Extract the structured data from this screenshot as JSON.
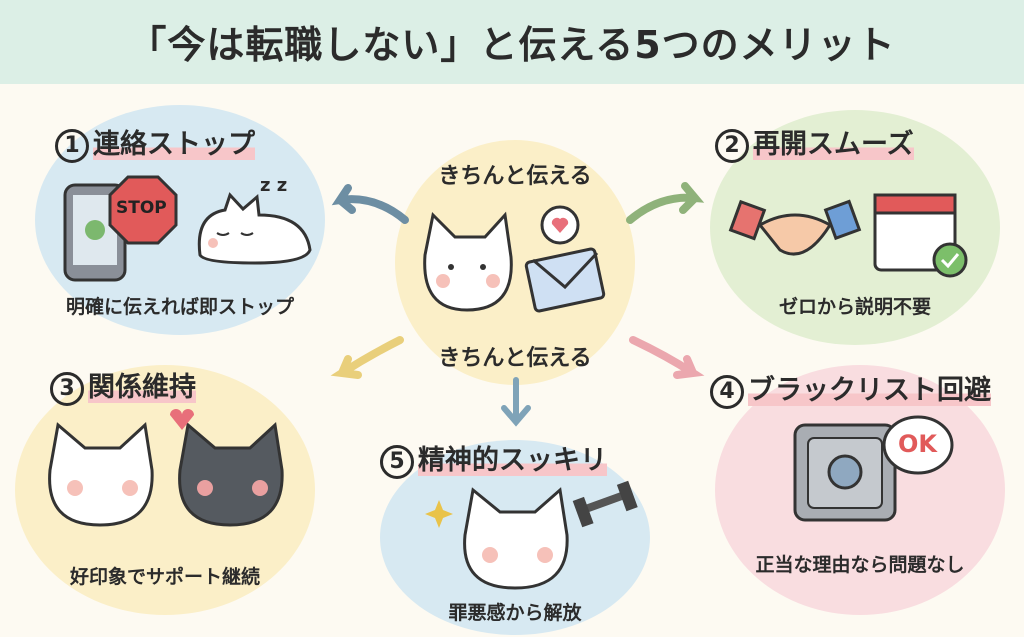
{
  "title": "「今は転職しない」と伝える5つのメリット",
  "center": {
    "top_label": "きちんと伝える",
    "bottom_label": "きちんと伝える"
  },
  "items": [
    {
      "num": "1",
      "heading": "連絡ストップ",
      "caption": "明確に伝えれば即ストップ",
      "sign": "STOP",
      "sleep": "z z"
    },
    {
      "num": "2",
      "heading": "再開スムーズ",
      "caption": "ゼロから説明不要"
    },
    {
      "num": "3",
      "heading": "関係維持",
      "caption": "好印象でサポート継続"
    },
    {
      "num": "4",
      "heading": "ブラックリスト回避",
      "caption": "正当な理由なら問題なし",
      "badge": "OK"
    },
    {
      "num": "5",
      "heading": "精神的スッキリ",
      "caption": "罪悪感から解放"
    }
  ],
  "colors": {
    "band": "#dcefe6",
    "blue": "#d7e9f2",
    "green": "#e3efd3",
    "yellow": "#fbefc8",
    "pink": "#f9dde0"
  }
}
